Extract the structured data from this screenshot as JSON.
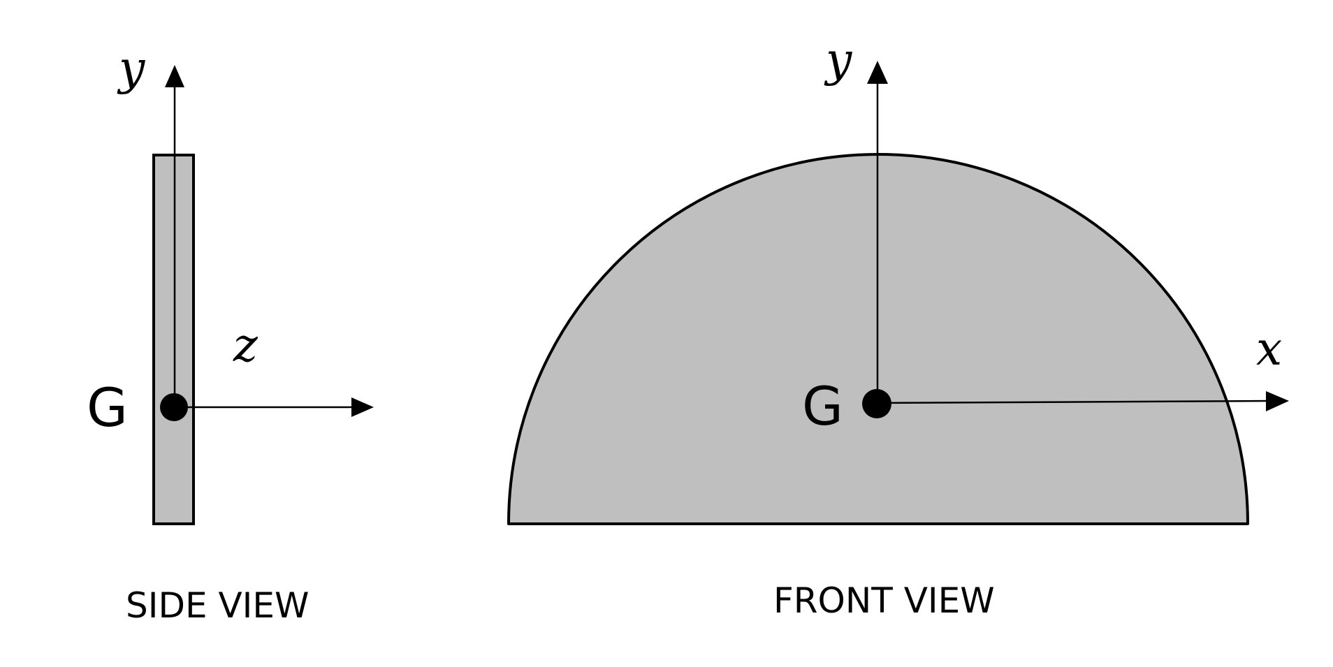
{
  "colors": {
    "fill": "#bfbfbf",
    "stroke": "#000000",
    "background": "#ffffff"
  },
  "side_view": {
    "y_axis_label": "y",
    "z_axis_label": "z",
    "centroid_label": "G",
    "caption": "SIDE VIEW"
  },
  "front_view": {
    "y_axis_label": "y",
    "x_axis_label": "x",
    "centroid_label": "G",
    "caption": "FRONT VIEW"
  }
}
